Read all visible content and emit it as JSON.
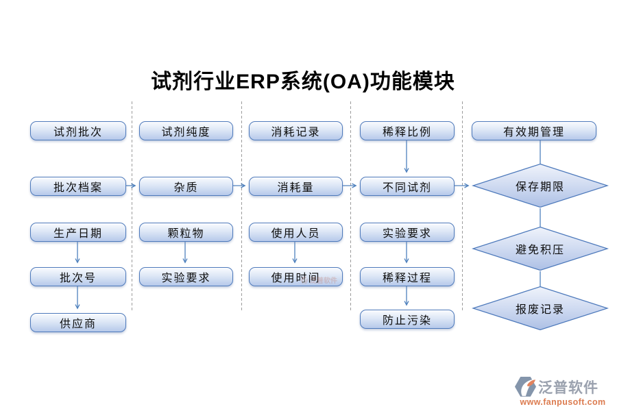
{
  "title": "试剂行业ERP系统(OA)功能模块",
  "columns": [
    {
      "boxes": [
        {
          "label": "试剂批次"
        },
        {
          "label": "批次档案"
        },
        {
          "label": "生产日期"
        },
        {
          "label": "批次号"
        },
        {
          "label": "供应商"
        }
      ]
    },
    {
      "boxes": [
        {
          "label": "试剂纯度"
        },
        {
          "label": "杂质"
        },
        {
          "label": "颗粒物"
        },
        {
          "label": "实验要求"
        }
      ]
    },
    {
      "boxes": [
        {
          "label": "消耗记录"
        },
        {
          "label": "消耗量"
        },
        {
          "label": "使用人员"
        },
        {
          "label": "使用时间"
        }
      ]
    },
    {
      "boxes": [
        {
          "label": "稀释比例"
        },
        {
          "label": "不同试剂"
        },
        {
          "label": "实验要求"
        },
        {
          "label": "稀释过程"
        },
        {
          "label": "防止污染"
        }
      ]
    },
    {
      "boxes": [
        {
          "label": "有效期管理"
        }
      ]
    }
  ],
  "decisions": [
    {
      "label": "保存期限"
    },
    {
      "label": "避免积压"
    },
    {
      "label": "报废记录"
    }
  ],
  "watermark": {
    "brand": "泛普软件",
    "url": "www.fanpusoft.com",
    "logo_icon": "fanpu-logo-icon"
  },
  "faint_watermark": {
    "brand": "泛普软件"
  },
  "colors": {
    "connector_blue": "#4f81bd",
    "node_border": "#4d79bb",
    "node_fill_top": "#f9fbfe",
    "node_fill_bottom": "#b6c9ea",
    "separator_gray": "#9b9b9b",
    "title_color": "#000000",
    "brand_gray": "#9aa1ae",
    "brand_orange": "#dc7c50"
  }
}
